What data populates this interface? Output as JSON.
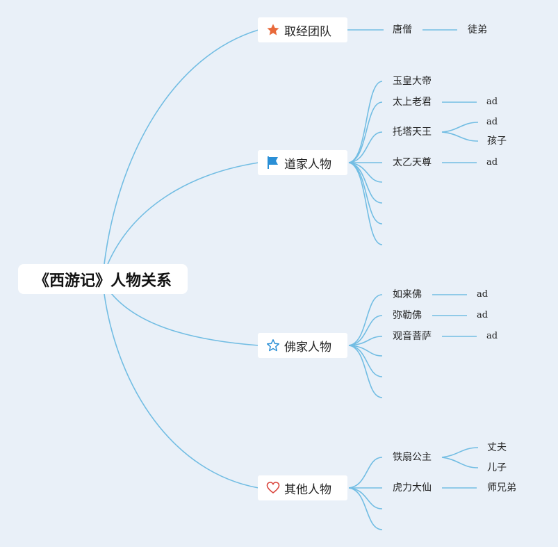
{
  "root": {
    "label": "《西游记》人物关系"
  },
  "branches": [
    {
      "label": "取经团队",
      "icon": "star-icon",
      "children": [
        {
          "label": "唐僧",
          "children": [
            "徒弟"
          ]
        }
      ]
    },
    {
      "label": "道家人物",
      "icon": "flag-icon",
      "children": [
        {
          "label": "玉皇大帝",
          "children": []
        },
        {
          "label": "太上老君",
          "children": [
            "ad"
          ]
        },
        {
          "label": "托塔天王",
          "children": [
            "ad",
            "孩子"
          ]
        },
        {
          "label": "太乙天尊",
          "children": [
            "ad"
          ]
        }
      ]
    },
    {
      "label": "佛家人物",
      "icon": "star-outline-icon",
      "children": [
        {
          "label": "如来佛",
          "children": [
            "ad"
          ]
        },
        {
          "label": "弥勒佛",
          "children": [
            "ad"
          ]
        },
        {
          "label": "观音菩萨",
          "children": [
            "ad"
          ]
        }
      ]
    },
    {
      "label": "其他人物",
      "icon": "heart-icon",
      "children": [
        {
          "label": "铁扇公主",
          "children": [
            "丈夫",
            "儿子"
          ]
        },
        {
          "label": "虎力大仙",
          "children": [
            "师兄弟"
          ]
        }
      ]
    }
  ],
  "colors": {
    "background": "#e9f0f8",
    "connector": "#72bde3",
    "star": "#e8693a",
    "flag": "#2a8fd6",
    "star_outline": "#2a8fd6",
    "heart": "#d9433b"
  }
}
